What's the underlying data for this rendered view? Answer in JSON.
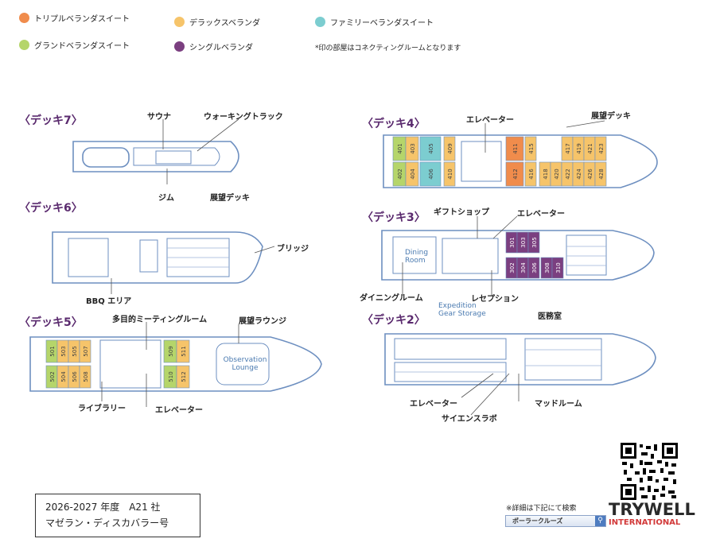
{
  "legend": {
    "items": [
      {
        "label": "トリプルベランダスイート",
        "color": "#f08c4c"
      },
      {
        "label": "デラックスベランダ",
        "color": "#f6c46a"
      },
      {
        "label": "ファミリーベランダスイート",
        "color": "#7ccdd0"
      },
      {
        "label": "グランドベランダスイート",
        "color": "#b5d56a"
      },
      {
        "label": "シングルベランダ",
        "color": "#7b3f80"
      }
    ],
    "note": "*印の部屋はコネクティングルームとなります"
  },
  "decks": {
    "deck7": {
      "title": "〈デッキ7〉",
      "labels": {
        "sauna": "サウナ",
        "track": "ウォーキングトラック",
        "gym": "ジム",
        "observation": "展望デッキ"
      }
    },
    "deck6": {
      "title": "〈デッキ6〉",
      "labels": {
        "bridge": "ブリッジ",
        "bbq": "BBQ エリア"
      }
    },
    "deck5": {
      "title": "〈デッキ5〉",
      "labels": {
        "meeting": "多目的ミーティングルーム",
        "lounge": "展望ラウンジ",
        "library": "ライブラリー",
        "elevator": "エレベーター"
      },
      "lounge_en": [
        "Observation",
        "Lounge"
      ],
      "rooms": [
        "501",
        "503",
        "505",
        "507",
        "502",
        "504",
        "506",
        "508",
        "509",
        "511",
        "510",
        "512"
      ]
    },
    "deck4": {
      "title": "〈デッキ4〉",
      "labels": {
        "elevator": "エレベーター",
        "observation": "展望デッキ"
      },
      "rooms": [
        "401",
        "403",
        "405",
        "402",
        "404",
        "406",
        "409",
        "410",
        "411",
        "412",
        "415",
        "416",
        "417",
        "419",
        "421",
        "423",
        "418",
        "420",
        "422",
        "424",
        "426",
        "428"
      ]
    },
    "deck3": {
      "title": "〈デッキ3〉",
      "labels": {
        "gift": "ギフトショップ",
        "elevator": "エレベーター",
        "dining": "ダイニングルーム",
        "reception": "レセプション"
      },
      "dining_en": [
        "Dining",
        "Room"
      ],
      "rooms": [
        "301",
        "303",
        "305",
        "302",
        "304",
        "306",
        "308",
        "310"
      ]
    },
    "deck2": {
      "title": "〈デッキ2〉",
      "labels": {
        "medical": "医務室",
        "elevator": "エレベーター",
        "science": "サイエンスラボ",
        "mud": "マッドルーム"
      },
      "expedition_en": [
        "Expedition",
        "Gear Storage"
      ]
    }
  },
  "info": {
    "line1": "2026-2027 年度　A21 社",
    "line2": "マゼラン・ディスカバラー号"
  },
  "search": {
    "note": "※詳細は下記にて検索",
    "value": "ポーラークルーズ",
    "button_icon": "magnifier-icon"
  },
  "brand": {
    "top": "TRYWELL",
    "bottom": "INTERNATIONAL"
  }
}
